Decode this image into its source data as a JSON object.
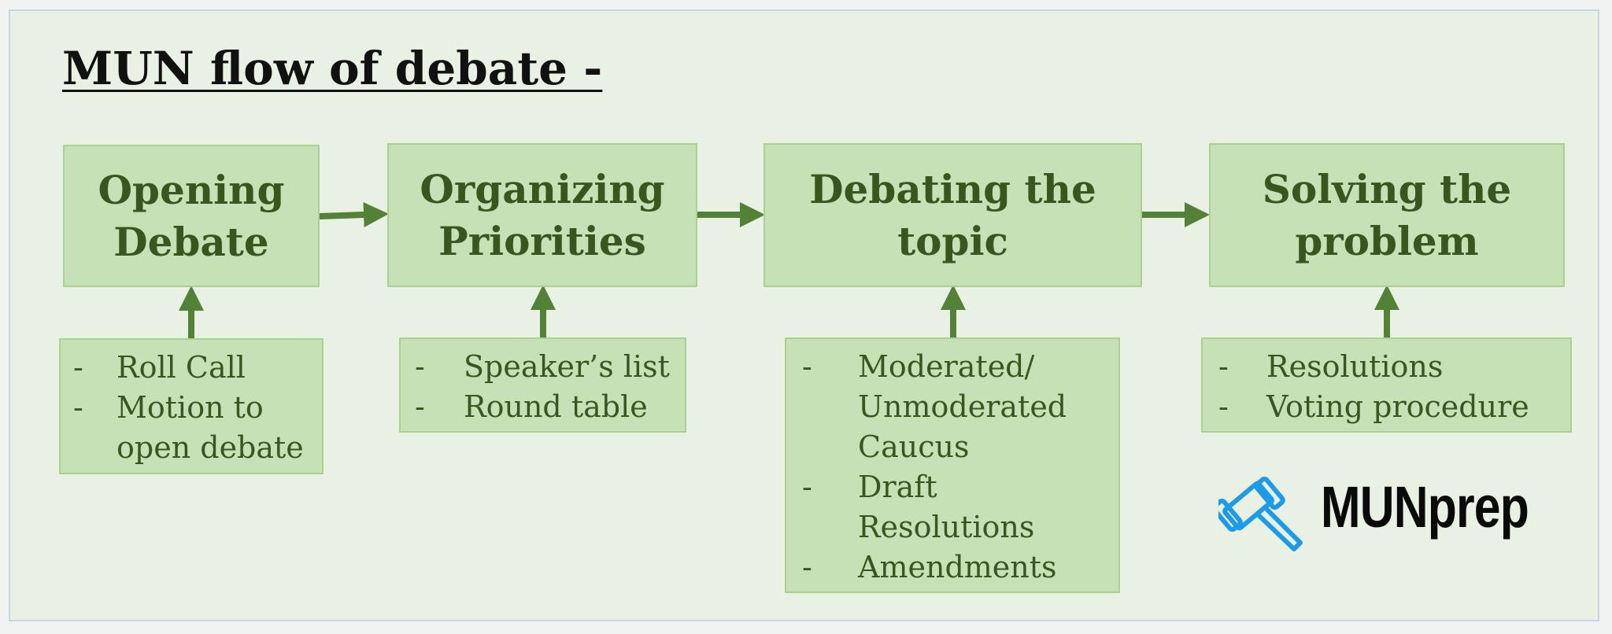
{
  "title": "MUN flow of debate -",
  "colors": {
    "background": "#e9f1e5",
    "box_fill": "#c6e1b6",
    "box_border": "#a9d191",
    "text_green": "#38571f",
    "arrow_green": "#538135",
    "logo_blue": "#1e9be8"
  },
  "stages": [
    {
      "lines": [
        "Opening",
        "Debate"
      ],
      "details": [
        [
          "Roll Call"
        ],
        [
          "Motion to",
          "open debate"
        ]
      ]
    },
    {
      "lines": [
        "Organizing",
        "Priorities"
      ],
      "details": [
        [
          "Speaker’s list"
        ],
        [
          "Round table"
        ]
      ]
    },
    {
      "lines": [
        "Debating the",
        "topic"
      ],
      "details": [
        [
          "Moderated/",
          "Unmoderated",
          "Caucus"
        ],
        [
          "Draft",
          "Resolutions"
        ],
        [
          "Amendments"
        ]
      ]
    },
    {
      "lines": [
        "Solving the",
        "problem"
      ],
      "details": [
        [
          "Resolutions"
        ],
        [
          "Voting procedure"
        ]
      ]
    }
  ],
  "bullet": "-",
  "logo": {
    "text": "MUNprep",
    "icon": "gavel-icon"
  }
}
